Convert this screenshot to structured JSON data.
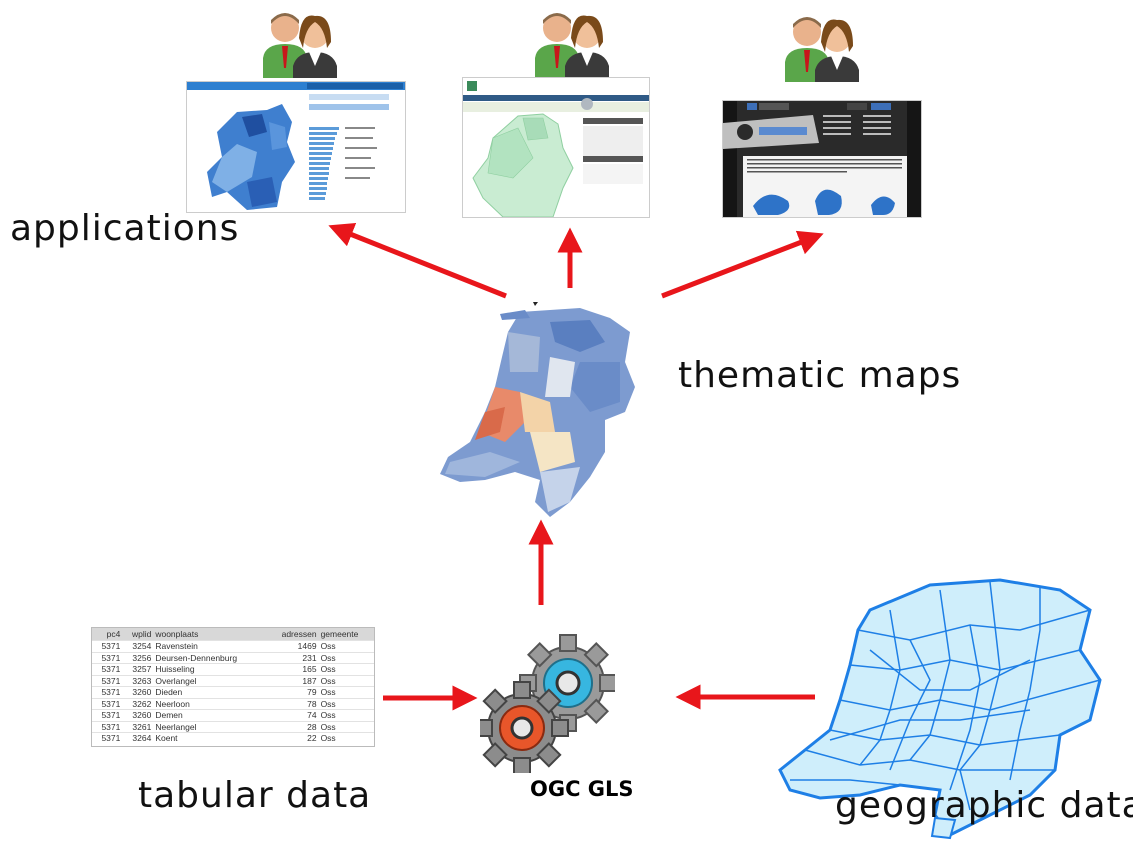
{
  "labels": {
    "applications": "applications",
    "thematic_maps": "thematic maps",
    "tabular_data": "tabular data",
    "ogc_gls": "OGC GLS",
    "geographic_data": "geographic data"
  },
  "table": {
    "headers": [
      "pc4",
      "wplid",
      "woonplaats",
      "adressen",
      "gemeente"
    ],
    "rows": [
      [
        "5371",
        "3254",
        "Ravenstein",
        "1469",
        "Oss"
      ],
      [
        "5371",
        "3256",
        "Deursen-Dennenburg",
        "231",
        "Oss"
      ],
      [
        "5371",
        "3257",
        "Huisseling",
        "165",
        "Oss"
      ],
      [
        "5371",
        "3263",
        "Overlangel",
        "187",
        "Oss"
      ],
      [
        "5371",
        "3260",
        "Dieden",
        "79",
        "Oss"
      ],
      [
        "5371",
        "3262",
        "Neerloon",
        "78",
        "Oss"
      ],
      [
        "5371",
        "3260",
        "Demen",
        "74",
        "Oss"
      ],
      [
        "5371",
        "3261",
        "Neerlangel",
        "28",
        "Oss"
      ],
      [
        "5371",
        "3264",
        "Koent",
        "22",
        "Oss"
      ]
    ]
  },
  "colors": {
    "arrow": "#e8161b",
    "map_blue": "#6f8fc9",
    "geo_blue": "#1e7fe6",
    "gear_blue": "#37b6e0",
    "gear_orange": "#e8562a"
  },
  "icons": [
    "users-icon",
    "gear-icon",
    "netherlands-map-icon"
  ]
}
